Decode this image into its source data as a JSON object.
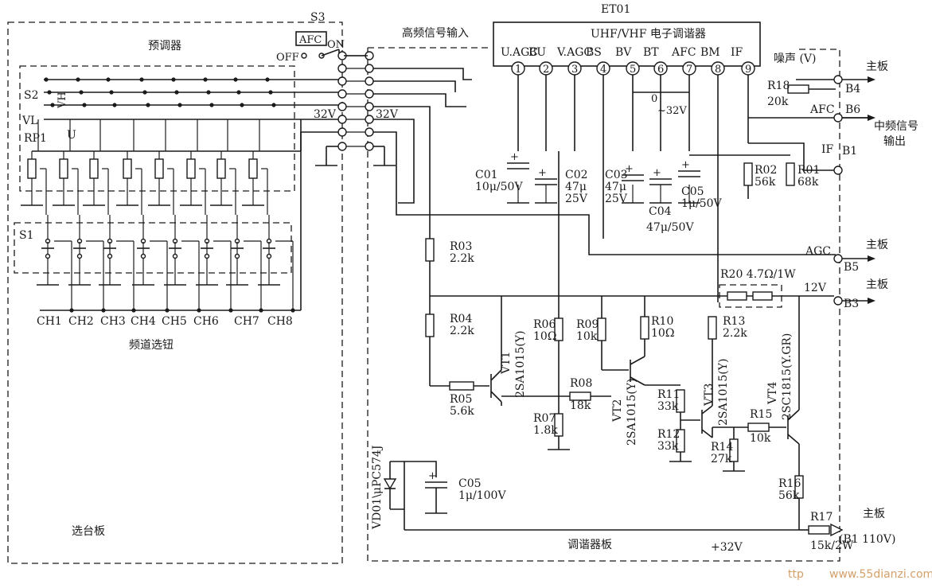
{
  "boards": {
    "preset": "预调器",
    "selector": "选台板",
    "channel_buttons": "频道选钮",
    "tuner_board": "调谐器板"
  },
  "tuner": {
    "name": "ET01",
    "title": "UHF/VHF 电子调谐器",
    "rf_input": "高频信号输入",
    "pins": [
      {
        "num": "1",
        "label": "U.AGC"
      },
      {
        "num": "2",
        "label": "BU"
      },
      {
        "num": "3",
        "label": "V.AGC"
      },
      {
        "num": "4",
        "label": "BS"
      },
      {
        "num": "5",
        "label": "BV"
      },
      {
        "num": "6",
        "label": "BT"
      },
      {
        "num": "7",
        "label": "AFC"
      },
      {
        "num": "8",
        "label": "BM"
      },
      {
        "num": "9",
        "label": "IF"
      }
    ],
    "bt_range": "0\n~32V"
  },
  "switches": {
    "s3": "S3",
    "afc": "AFC",
    "on": "ON",
    "off": "OFF",
    "s2": "S2",
    "s1": "S1",
    "vl": "VL",
    "vh": "VH",
    "u": "U",
    "rp1": "RP1"
  },
  "channels": [
    "CH1",
    "CH2",
    "CH3",
    "CH4",
    "CH5",
    "CH6",
    "CH7",
    "CH8"
  ],
  "voltages": {
    "v32a": "32V",
    "v32b": "32V",
    "v12": "12V",
    "plus32": "+32V"
  },
  "components": {
    "c01": [
      "C01",
      "10μ/50V"
    ],
    "c02": [
      "C02",
      "47μ",
      "25V"
    ],
    "c03": [
      "C03",
      "47μ",
      "25V"
    ],
    "c04": [
      "C04",
      "47μ/50V"
    ],
    "c05a": [
      "C05",
      "1μ/50V"
    ],
    "c05b": [
      "C05",
      "1μ/100V"
    ],
    "r01": [
      "R01",
      "68k"
    ],
    "r02": [
      "R02",
      "56k"
    ],
    "r03": [
      "R03",
      "2.2k"
    ],
    "r04": [
      "R04",
      "2.2k"
    ],
    "r05": [
      "R05",
      "5.6k"
    ],
    "r06": [
      "R06",
      "10Ω"
    ],
    "r07": [
      "R07",
      "1.8k"
    ],
    "r08": [
      "R08",
      "18k"
    ],
    "r09": [
      "R09",
      "10k"
    ],
    "r10": [
      "R10",
      "10Ω"
    ],
    "r11": [
      "R11",
      "33k"
    ],
    "r12": [
      "R12",
      "33k"
    ],
    "r13": [
      "R13",
      "2.2k"
    ],
    "r14": [
      "R14",
      "27k"
    ],
    "r15": [
      "R15",
      "10k"
    ],
    "r16": [
      "R16",
      "56k"
    ],
    "r17": [
      "R17",
      "15k/2W"
    ],
    "r18": [
      "R18",
      "20k"
    ],
    "r20": "R20  4.7Ω/1W",
    "vt1": [
      "VT1",
      "2SA1015(Y)"
    ],
    "vt2": [
      "VT2",
      "2SA1015(Y)"
    ],
    "vt3": [
      "VT3",
      "2SA1015(Y)"
    ],
    "vt4": [
      "VT4",
      "2SC1815(Y.GR)"
    ],
    "vd01": "VD01\\μPC574J"
  },
  "outputs": {
    "noise": "噪声 (V)",
    "main1": "主板",
    "b4": "B4",
    "afc": "AFC",
    "b6": "B6",
    "if_out": "中频信号",
    "if_out2": "输出",
    "if": "IF",
    "b1": "B1",
    "main2": "主板",
    "agc": "AGC",
    "b5": "B5",
    "main3": "主板",
    "b3": "B3",
    "main4": "主板",
    "b1_110": "(B1 110V)"
  },
  "watermark": {
    "left": "ttp",
    "right": "www.55dianzi.com"
  }
}
